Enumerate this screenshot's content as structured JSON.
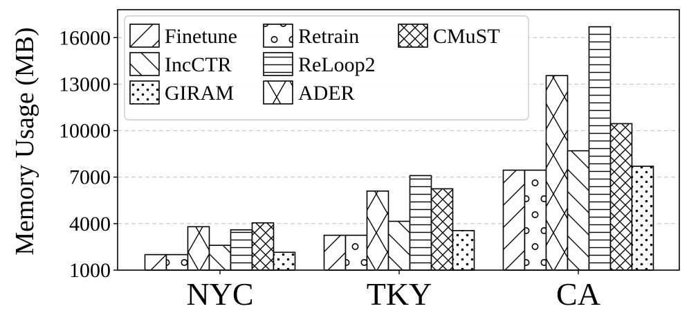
{
  "chart_data": {
    "type": "bar",
    "title": "",
    "xlabel": "",
    "ylabel": "Memory Usage (MB)",
    "ylim": [
      1000,
      17800
    ],
    "yticks": [
      1000,
      4000,
      7000,
      10000,
      13000,
      16000
    ],
    "ytick_labels": [
      "1000",
      "4000",
      "7000",
      "10000",
      "13000",
      "16000"
    ],
    "grid": "horizontal-dashed",
    "legend_position": "top-left",
    "categories": [
      "NYC",
      "TKY",
      "CA"
    ],
    "series": [
      {
        "name": "Finetune",
        "values": [
          2000,
          3250,
          7450
        ],
        "pattern": "diag-right"
      },
      {
        "name": "IncCTR",
        "values": [
          2600,
          4150,
          8700
        ],
        "pattern": "diag-left"
      },
      {
        "name": "GIRAM",
        "values": [
          2150,
          3550,
          7700
        ],
        "pattern": "dots"
      },
      {
        "name": "Retrain",
        "values": [
          2000,
          3250,
          7450
        ],
        "pattern": "circles"
      },
      {
        "name": "ReLoop2",
        "values": [
          3600,
          7100,
          16700
        ],
        "pattern": "horizontal"
      },
      {
        "name": "ADER",
        "values": [
          3800,
          6100,
          13550
        ],
        "pattern": "big-cross"
      },
      {
        "name": "CMuST",
        "values": [
          4050,
          6250,
          10450
        ],
        "pattern": "small-cross"
      }
    ],
    "bar_order": [
      "Finetune",
      "Retrain",
      "ADER",
      "IncCTR",
      "ReLoop2",
      "CMuST",
      "GIRAM"
    ]
  }
}
